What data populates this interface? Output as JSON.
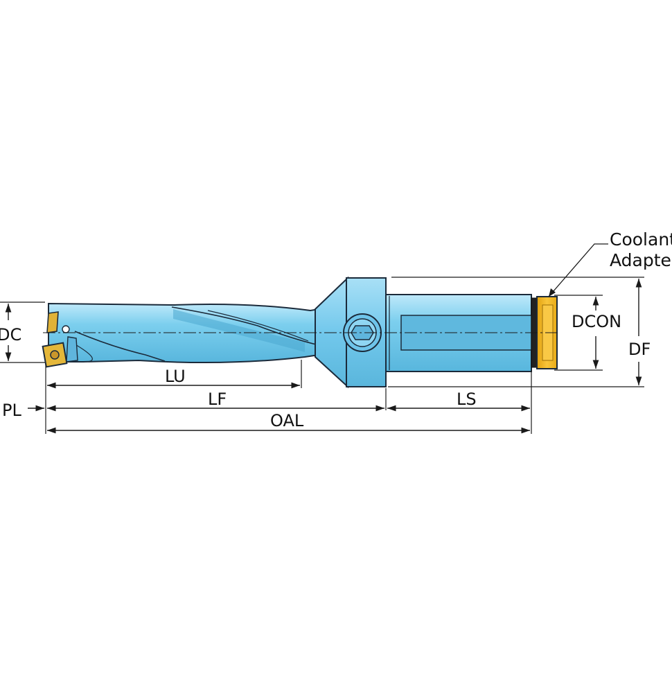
{
  "callout": {
    "line1": "Coolant",
    "line2": "Adapter"
  },
  "dimensions": {
    "dc": "DC",
    "dcon": "DCON",
    "df": "DF",
    "lu": "LU",
    "lf": "LF",
    "ls": "LS",
    "oal": "OAL",
    "pl": "PL"
  },
  "colors": {
    "tool_body": "#7ccfee",
    "tool_body_dark": "#4aa7cf",
    "adapter": "#f2b51b",
    "insert": "#e0b236",
    "outline": "#1b2a3a"
  }
}
